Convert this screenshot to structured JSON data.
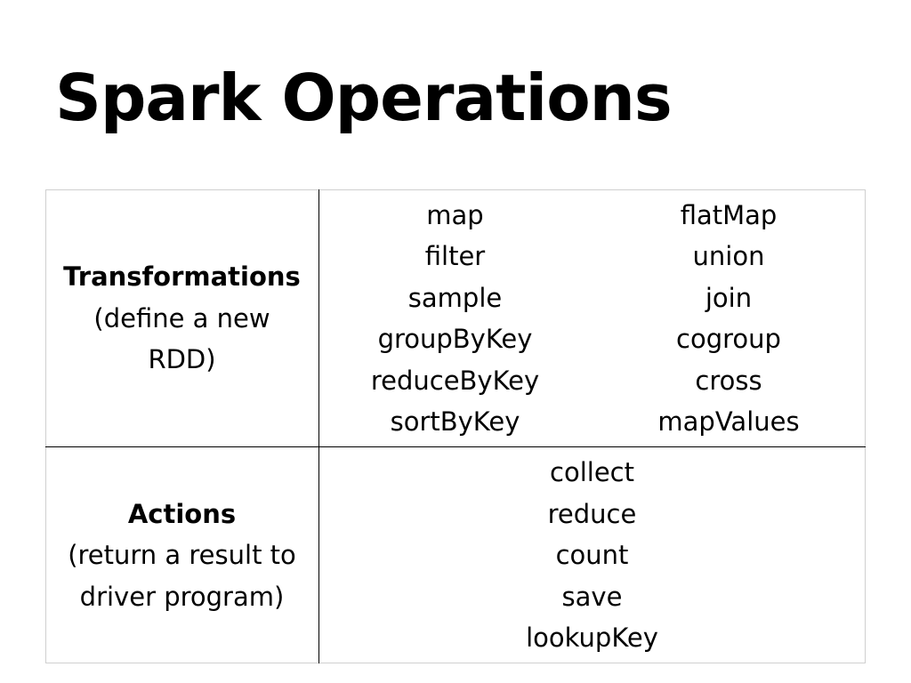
{
  "title": "Spark Operations",
  "table": {
    "transformations": {
      "label": "Transformations",
      "description_lines": [
        "(define a new",
        "RDD)"
      ],
      "column1": [
        "map",
        "filter",
        "sample",
        "groupByKey",
        "reduceByKey",
        "sortByKey"
      ],
      "column2": [
        "flatMap",
        "union",
        "join",
        "cogroup",
        "cross",
        "mapValues"
      ]
    },
    "actions": {
      "label": "Actions",
      "description_lines": [
        "(return a result to",
        "driver program)"
      ],
      "operations": [
        "collect",
        "reduce",
        "count",
        "save",
        "lookupKey"
      ]
    }
  }
}
